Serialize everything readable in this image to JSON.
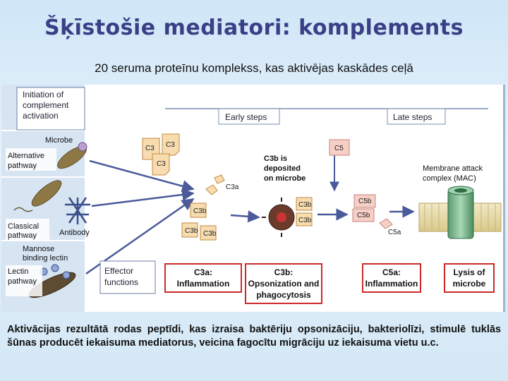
{
  "slide": {
    "title": "Šķīstošie mediatori: komplements",
    "subtitle": "20  seruma  proteīnu komplekss, kas aktivējas kaskādes ceļā",
    "caption": "Aktivācijas rezultātā rodas peptīdi, kas izraisa baktēriju opsonizāciju, bakteriolīzi, stimulē tuklās šūnas producēt iekaisuma mediatorus, veicina fagocītu migrāciju uz iekaisuma vietu u.c."
  },
  "figure": {
    "initiation_line1": "Initiation of",
    "initiation_line2": "complement",
    "initiation_line3": "activation",
    "early_steps": "Early steps",
    "late_steps": "Late steps",
    "microbe": "Microbe",
    "alt_line1": "Alternative",
    "alt_line2": "pathway",
    "classical_line1": "Classical",
    "classical_line2": "pathway",
    "antibody": "Antibody",
    "mbl_line1": "Mannose",
    "mbl_line2": "binding lectin",
    "lectin_line1": "Lectin",
    "lectin_line2": "pathway",
    "c3": "C3",
    "c3a": "C3a",
    "c3b": "C3b",
    "c5": "C5",
    "c5a": "C5a",
    "c5b": "C5b",
    "c3b_dep_line1": "C3b is",
    "c3b_dep_line2": "deposited",
    "c3b_dep_line3": "on microbe",
    "mac_line1": "Membrane attack",
    "mac_line2": "complex (MAC)",
    "effector_line1": "Effector",
    "effector_line2": "functions",
    "box_c3a_line1": "C3a:",
    "box_c3a_line2": "Inflammation",
    "box_c3b_line1": "C3b:",
    "box_c3b_line2": "Opsonization and",
    "box_c3b_line3": "phagocytosis",
    "box_c5a_line1": "C5a:",
    "box_c5a_line2": "Inflammation",
    "box_lysis_line1": "Lysis of",
    "box_lysis_line2": "microbe"
  },
  "colors": {
    "title": "#3a3f86",
    "protein_fill": "#f7dcb0",
    "protein_stroke": "#c08a3e",
    "c5_fill": "#f6cfc7",
    "arrow": "#4a5a9a",
    "effector_box_border": "#cc2a2a",
    "left_panel": "#d7e4f2"
  }
}
